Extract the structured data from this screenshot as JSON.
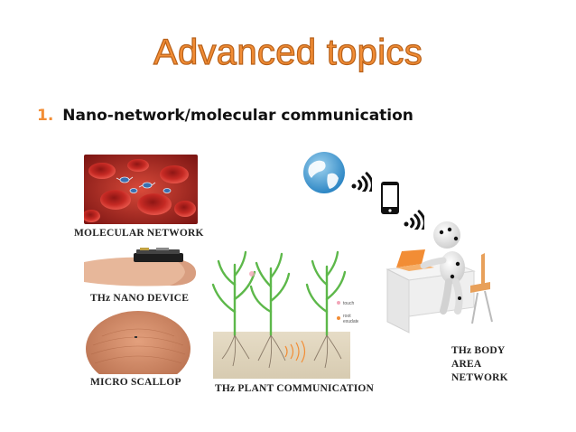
{
  "slide": {
    "title": "Advanced topics",
    "bullet_number": "1.",
    "bullet_text": "Nano-network/molecular communication"
  },
  "figure": {
    "captions": {
      "molecular_network": "MOLECULAR NETWORK",
      "nano_device": "THz NANO DEVICE",
      "micro_scallop": "MICRO SCALLOP",
      "plant_communication": "THz PLANT COMMUNICATION",
      "body_area_line1": "THz BODY",
      "body_area_line2": "AREA",
      "body_area_line3": "NETWORK"
    },
    "legend": {
      "touch": "touch",
      "root_exudates_line1": "root",
      "root_exudates_line2": "exudates"
    }
  },
  "colors": {
    "title": "#f28d35",
    "accent": "#f28d35",
    "blood": "#b3201e",
    "plant": "#5db84a",
    "globe": "#3e9fd4"
  }
}
